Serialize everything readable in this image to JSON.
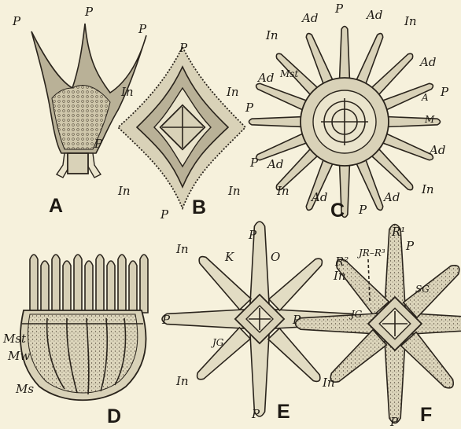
{
  "figure": {
    "panels": [
      {
        "id": "A",
        "caption": "A",
        "labels": [
          "P",
          "P",
          "P"
        ]
      },
      {
        "id": "B",
        "caption": "B",
        "labels": [
          "P",
          "In",
          "In",
          "P",
          "P",
          "In",
          "In",
          "P"
        ]
      },
      {
        "id": "C",
        "caption": "C",
        "labels": [
          "P",
          "Ad",
          "Ad",
          "In",
          "In",
          "Ad",
          "Mst",
          "Ad",
          "P",
          "A",
          "P",
          "M",
          "Ad",
          "Ad",
          "In",
          "In",
          "Ad",
          "Ad",
          "P"
        ]
      },
      {
        "id": "D",
        "caption": "D",
        "labels": [
          "Mst",
          "Mw",
          "Ms"
        ]
      },
      {
        "id": "E",
        "caption": "E",
        "labels": [
          "P",
          "In",
          "K",
          "O",
          "P",
          "P",
          "JG",
          "In",
          "P"
        ]
      },
      {
        "id": "F",
        "caption": "F",
        "labels": [
          "R¹",
          "P",
          "R²",
          "JR–R³",
          "In",
          "SG",
          "JG",
          "In",
          "P"
        ]
      }
    ]
  }
}
